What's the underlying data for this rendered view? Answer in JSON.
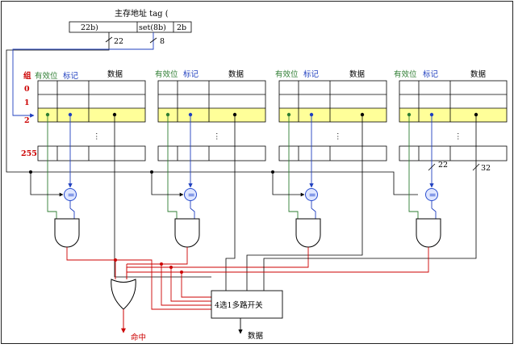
{
  "address": {
    "title": "主存地址  tag (",
    "tag_field": "22b)",
    "set_field": "set(8b)",
    "offset_field": "2b",
    "tag_width": "22",
    "set_width": "8"
  },
  "headers": {
    "group": "组",
    "valid": "有效位",
    "tag": "标记",
    "data": "数据"
  },
  "rows": {
    "r0": "0",
    "r1": "1",
    "r2": "2",
    "r255": "255",
    "ellipsis": "⋮"
  },
  "bus_widths": {
    "tag": "22",
    "data": "32"
  },
  "comparator_symbol": "=",
  "mux_label": "4选1多路开关",
  "outputs": {
    "hit": "命中",
    "data": "数据"
  },
  "colors": {
    "selected_row": "#ffff99",
    "valid_wire": "#2e7d32",
    "tag_wire": "#1f3fbf",
    "hit_wire": "#cc0000",
    "row_label": "#cc0000",
    "comparator": "#2a4fd0"
  }
}
